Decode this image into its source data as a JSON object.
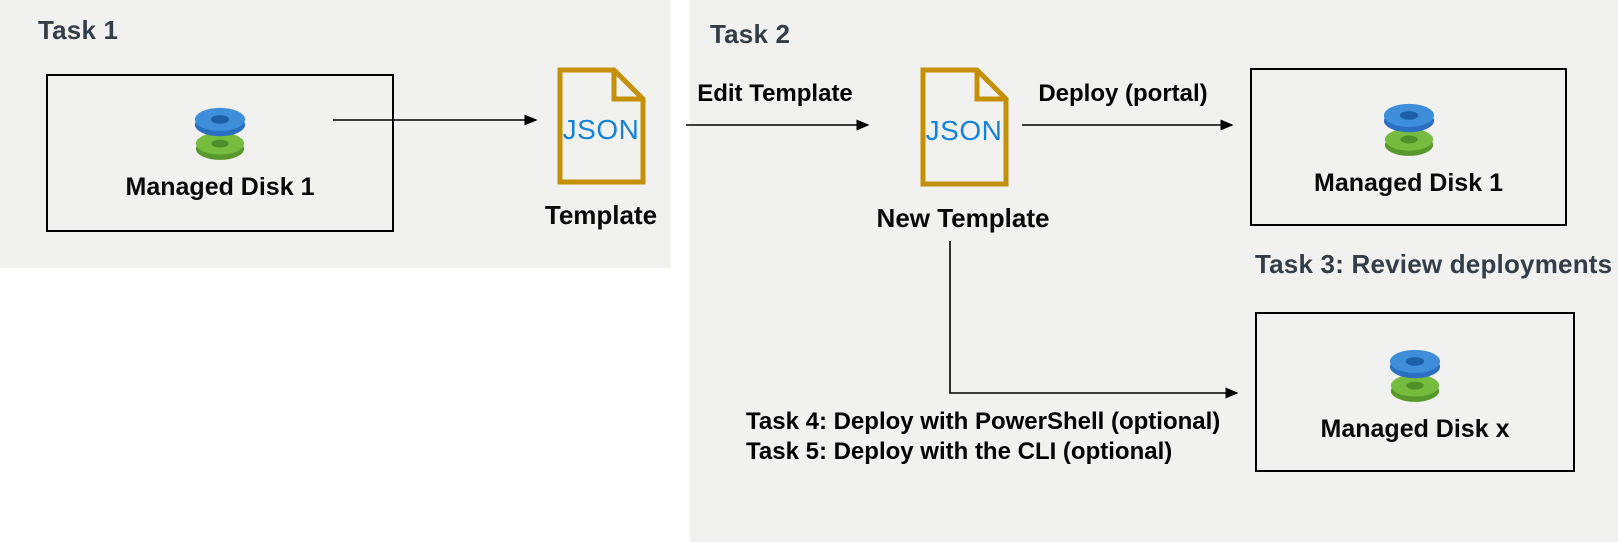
{
  "panels": {
    "task1": {
      "title": "Task 1"
    },
    "task2": {
      "title": "Task 2"
    }
  },
  "nodes": {
    "managed_disk_source": {
      "label": "Managed Disk 1",
      "icon": "managed-disk-icon"
    },
    "template_doc": {
      "doc_text": "JSON",
      "caption": "Template",
      "icon": "json-file-icon"
    },
    "new_template_doc": {
      "doc_text": "JSON",
      "caption": "New Template",
      "icon": "json-file-icon"
    },
    "managed_disk_deployed": {
      "label": "Managed Disk 1",
      "icon": "managed-disk-icon"
    },
    "managed_disk_x": {
      "label": "Managed Disk x",
      "icon": "managed-disk-icon"
    }
  },
  "arrows": {
    "edit_template_label": "Edit Template",
    "deploy_portal_label": "Deploy (portal)"
  },
  "annotations": {
    "task3": "Task 3: Review deployments",
    "task4": "Task 4: Deploy with PowerShell (optional)",
    "task5": "Task 5: Deploy with the CLI (optional)"
  },
  "colors": {
    "panel_bg": "#f1f1f0",
    "heading": "#333e48",
    "label": "#000000",
    "box_border": "#000000",
    "json_doc_stroke": "#c49008",
    "json_text": "#1583d5",
    "disk_blue": "#3e8eda",
    "disk_blue_rim": "#2b6fc0",
    "disk_blue_hole": "#1c5fa6",
    "disk_green": "#76bc3f",
    "disk_green_rim": "#58992b",
    "disk_green_hole": "#4e8f26",
    "arrow": "#000000"
  }
}
